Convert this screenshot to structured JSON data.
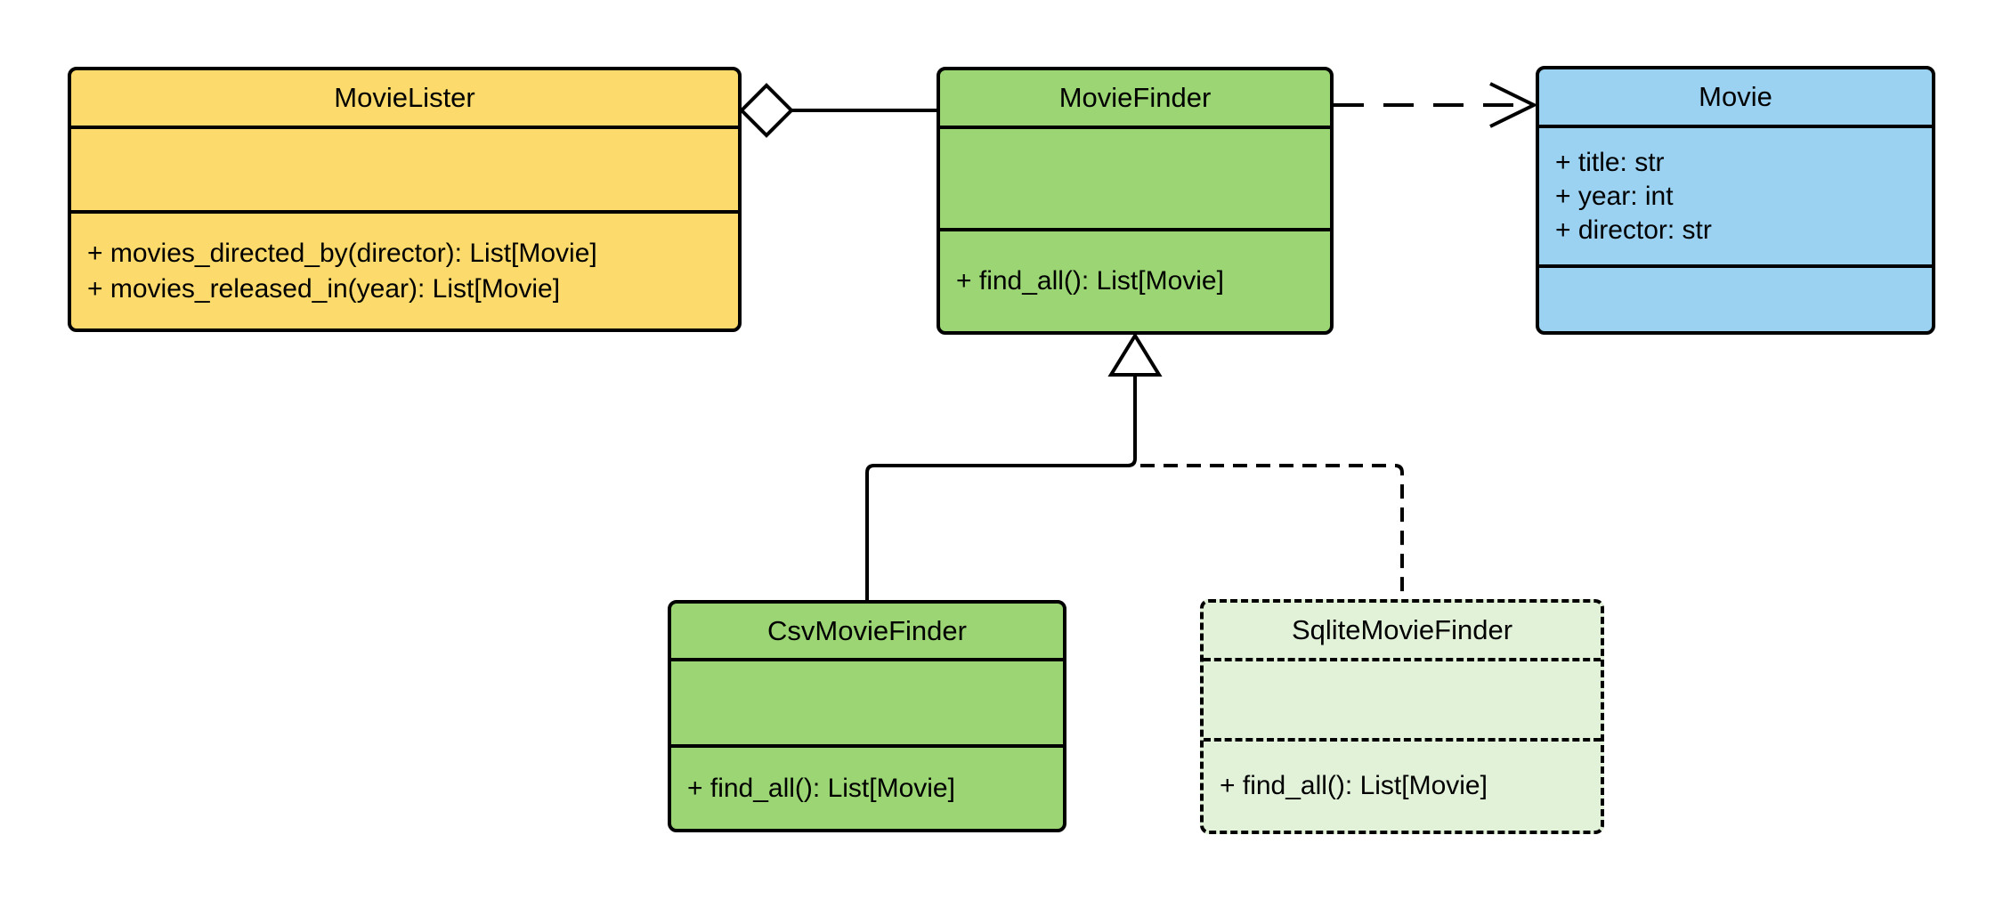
{
  "diagram": {
    "type": "uml-class-diagram",
    "background": "#FFFFFF",
    "stroke_color": "#000000",
    "classes": [
      {
        "name": "MovieLister",
        "fill": "#FCDB6C",
        "border": "solid",
        "attributes": [],
        "methods": [
          "+ movies_directed_by(director): List[Movie]",
          "+ movies_released_in(year): List[Movie]"
        ]
      },
      {
        "name": "MovieFinder",
        "fill": "#9CD674",
        "border": "solid",
        "attributes": [],
        "methods": [
          "+ find_all(): List[Movie]"
        ]
      },
      {
        "name": "Movie",
        "fill": "#9BD2F1",
        "border": "solid",
        "attributes": [
          "+ title: str",
          "+ year: int",
          "+ director: str"
        ],
        "methods": []
      },
      {
        "name": "CsvMovieFinder",
        "fill": "#9CD674",
        "border": "solid",
        "attributes": [],
        "methods": [
          "+ find_all(): List[Movie]"
        ]
      },
      {
        "name": "SqliteMovieFinder",
        "fill": "#E2F2D8",
        "border": "dashed",
        "attributes": [],
        "methods": [
          "+ find_all(): List[Movie]"
        ]
      }
    ],
    "relationships": [
      {
        "type": "aggregation",
        "source": "MovieLister",
        "target": "MovieFinder",
        "line": "solid",
        "marker": "hollow-diamond-at-source"
      },
      {
        "type": "dependency",
        "source": "MovieFinder",
        "target": "Movie",
        "line": "dashed",
        "marker": "open-arrow-at-target"
      },
      {
        "type": "inheritance",
        "source": "CsvMovieFinder",
        "target": "MovieFinder",
        "line": "solid",
        "marker": "hollow-triangle-at-target"
      },
      {
        "type": "inheritance",
        "source": "SqliteMovieFinder",
        "target": "MovieFinder",
        "line": "dashed",
        "marker": "hollow-triangle-at-target"
      }
    ]
  }
}
